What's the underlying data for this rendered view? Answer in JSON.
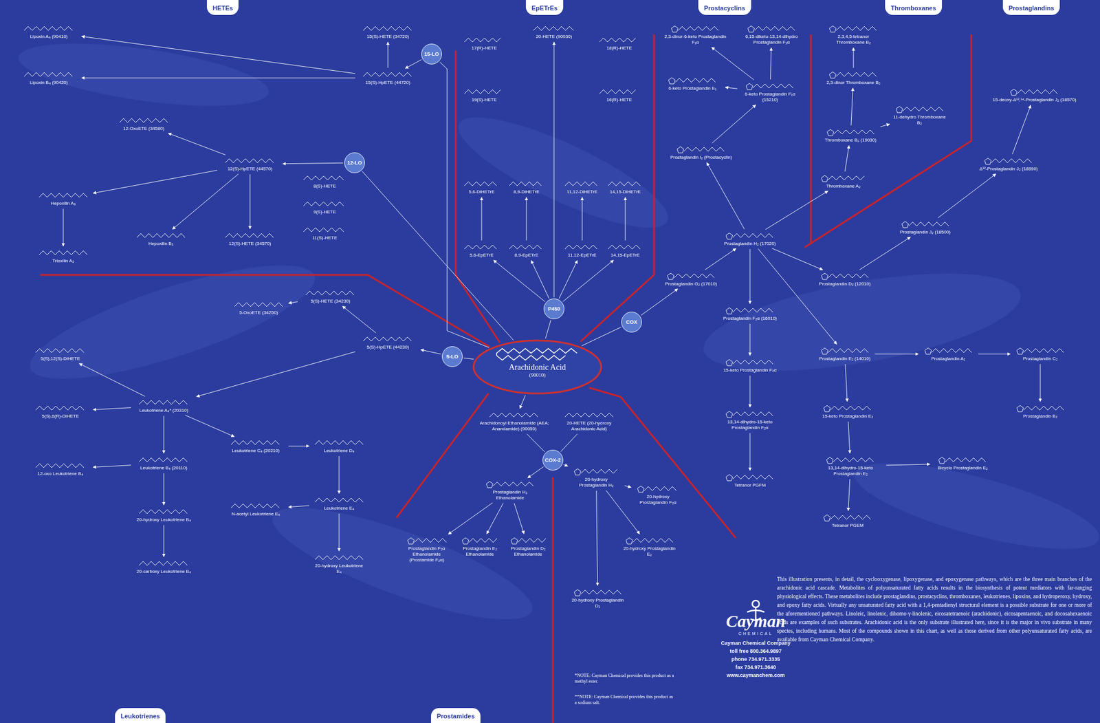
{
  "diagram": {
    "nodes": [
      {
        "text": [
          "HETEs"
        ]
      },
      {
        "text": [
          "EpETrEs"
        ]
      },
      {
        "text": [
          "Prostacyclins"
        ]
      },
      {
        "text": [
          "Thromboxanes"
        ]
      },
      {
        "text": [
          "Prostaglandins"
        ]
      },
      {
        "text": [
          "Leukotrienes"
        ]
      },
      {
        "text": [
          "Prostamides"
        ]
      },
      {
        "text": [
          "Arachidonic Acid",
          "(90010)"
        ]
      },
      {
        "text": [
          "15-LO"
        ]
      },
      {
        "text": [
          "12-LO"
        ]
      },
      {
        "text": [
          "5-LO"
        ]
      },
      {
        "text": [
          "P450"
        ]
      },
      {
        "text": [
          "COX"
        ]
      },
      {
        "text": [
          "COX-2"
        ]
      },
      {
        "text": [
          "Lipoxin A₄ (90410)"
        ]
      },
      {
        "text": [
          "Lipoxin B₄ (90420)"
        ]
      },
      {
        "text": [
          "15(S)-HETE (34720)"
        ]
      },
      {
        "text": [
          "15(S)-HpETE (44720)"
        ]
      },
      {
        "text": [
          "12-OxoETE (34580)"
        ]
      },
      {
        "text": [
          "12(S)-HpETE (44570)"
        ]
      },
      {
        "text": [
          "Hepoxilin A₃"
        ]
      },
      {
        "text": [
          "Hepoxilin B₃"
        ]
      },
      {
        "text": [
          "Trioxilin A₃"
        ]
      },
      {
        "text": [
          "12(S)-HETE (34570)"
        ]
      },
      {
        "text": [
          "8(S)-HETE"
        ]
      },
      {
        "text": [
          "9(S)-HETE"
        ]
      },
      {
        "text": [
          "11(S)-HETE"
        ]
      },
      {
        "text": [
          "17(R)-HETE"
        ]
      },
      {
        "text": [
          "19(S)-HETE"
        ]
      },
      {
        "text": [
          "20-HETE (90030)"
        ]
      },
      {
        "text": [
          "18(R)-HETE"
        ]
      },
      {
        "text": [
          "16(R)-HETE"
        ]
      },
      {
        "text": [
          "5,6-DiHETrE"
        ]
      },
      {
        "text": [
          "8,9-DiHETrE"
        ]
      },
      {
        "text": [
          "11,12-DiHETrE"
        ]
      },
      {
        "text": [
          "14,15-DiHETrE"
        ]
      },
      {
        "text": [
          "5,6-EpETrE"
        ]
      },
      {
        "text": [
          "8,9-EpETrE"
        ]
      },
      {
        "text": [
          "11,12-EpETrE"
        ]
      },
      {
        "text": [
          "14,15-EpETrE"
        ]
      },
      {
        "text": [
          "2,3-dinor-6-keto Prostaglandin F₁α"
        ]
      },
      {
        "text": [
          "6,15-diketo-13,14-dihydro Prostaglandin F₁α"
        ]
      },
      {
        "text": [
          "6-keto Prostaglandin E₁"
        ]
      },
      {
        "text": [
          "6-keto Prostaglandin F₁α (15210)"
        ]
      },
      {
        "text": [
          "Prostaglandin I₂ (Prostacyclin)"
        ]
      },
      {
        "text": [
          "Prostaglandin G₂ (17010)"
        ]
      },
      {
        "text": [
          "Prostaglandin H₂ (17020)"
        ]
      },
      {
        "text": [
          "2,3,4,5-tetranor Thromboxane B₂"
        ]
      },
      {
        "text": [
          "2,3-dinor Thromboxane B₂"
        ]
      },
      {
        "text": [
          "11-dehydro Thromboxane B₂"
        ]
      },
      {
        "text": [
          "Thromboxane B₂ (19030)"
        ]
      },
      {
        "text": [
          "Thromboxane A₂"
        ]
      },
      {
        "text": [
          "15-deoxy-Δ¹²,¹⁴-Prostaglandin J₂ (18570)"
        ]
      },
      {
        "text": [
          "Δ¹²-Prostaglandin J₂ (18550)"
        ]
      },
      {
        "text": [
          "Prostaglandin J₂ (18500)"
        ]
      },
      {
        "text": [
          "Prostaglandin D₂ (12010)"
        ]
      },
      {
        "text": [
          "Prostaglandin F₂α (16010)"
        ]
      },
      {
        "text": [
          "15-keto Prostaglandin F₂α"
        ]
      },
      {
        "text": [
          "13,14-dihydro-15-keto Prostaglandin F₂α"
        ]
      },
      {
        "text": [
          "Tetranor PGFM"
        ]
      },
      {
        "text": [
          "Prostaglandin E₂ (14010)"
        ]
      },
      {
        "text": [
          "Prostaglandin A₂"
        ]
      },
      {
        "text": [
          "Prostaglandin C₂"
        ]
      },
      {
        "text": [
          "Prostaglandin B₂"
        ]
      },
      {
        "text": [
          "15-keto Prostaglandin E₂"
        ]
      },
      {
        "text": [
          "13,14-dihydro-15-keto Prostaglandin E₂"
        ]
      },
      {
        "text": [
          "Bicyclo Prostaglandin E₂"
        ]
      },
      {
        "text": [
          "Tetranor PGEM"
        ]
      },
      {
        "text": [
          "5(S)-HETE (34230)"
        ]
      },
      {
        "text": [
          "5(S)-HpETE (44230)"
        ]
      },
      {
        "text": [
          "5-OxoETE (34250)"
        ]
      },
      {
        "text": [
          "5(S),12(S)-DiHETE"
        ]
      },
      {
        "text": [
          "Leukotriene A₄* (20310)"
        ]
      },
      {
        "text": [
          "5(S),6(R)-DiHETE"
        ]
      },
      {
        "text": [
          "Leukotriene B₄ (20110)"
        ]
      },
      {
        "text": [
          "12-oxo Leukotriene B₄"
        ]
      },
      {
        "text": [
          "20-hydroxy Leukotriene B₄"
        ]
      },
      {
        "text": [
          "20-carboxy Leukotriene B₄"
        ]
      },
      {
        "text": [
          "Leukotriene C₄ (20210)"
        ]
      },
      {
        "text": [
          "Leukotriene D₄"
        ]
      },
      {
        "text": [
          "Leukotriene E₄"
        ]
      },
      {
        "text": [
          "N-acetyl Leukotriene E₄"
        ]
      },
      {
        "text": [
          "20-hydroxy Leukotriene E₄"
        ]
      },
      {
        "text": [
          "Arachidonoyl Ethanolamide (AEA; Anandamide) (90050)"
        ]
      },
      {
        "text": [
          "Prostaglandin H₂ Ethanolamide"
        ]
      },
      {
        "text": [
          "Prostaglandin F₂α Ethanolamide (Prostamide F₂α)"
        ]
      },
      {
        "text": [
          "Prostaglandin E₂ Ethanolamide"
        ]
      },
      {
        "text": [
          "Prostaglandin D₂ Ethanolamide"
        ]
      },
      {
        "text": [
          "20-HETE (20-hydroxy Arachidonic Acid)"
        ]
      },
      {
        "text": [
          "20-hydroxy Prostaglandin H₂"
        ]
      },
      {
        "text": [
          "20-hydroxy Prostaglandin E₂"
        ]
      },
      {
        "text": [
          "20-hydroxy Prostaglandin D₂"
        ]
      },
      {
        "text": [
          "20-hydroxy Prostaglandin F₂α"
        ]
      }
    ],
    "edges": [
      {
        "from": 7,
        "to": 8,
        "arrow": "none"
      },
      {
        "from": 7,
        "to": 9,
        "arrow": "none"
      },
      {
        "from": 7,
        "to": 10,
        "arrow": "none"
      },
      {
        "from": 7,
        "to": 11,
        "arrow": "none"
      },
      {
        "from": 7,
        "to": 12,
        "arrow": "none"
      },
      {
        "from": 8,
        "to": 17,
        "arrow": "to"
      },
      {
        "from": 17,
        "to": 16,
        "arrow": "to"
      },
      {
        "from": 17,
        "to": 14,
        "arrow": "to"
      },
      {
        "from": 17,
        "to": 15,
        "arrow": "to"
      },
      {
        "from": 9,
        "to": 19,
        "arrow": "to"
      },
      {
        "from": 19,
        "to": 18,
        "arrow": "to"
      },
      {
        "from": 19,
        "to": 20,
        "arrow": "to"
      },
      {
        "from": 19,
        "to": 21,
        "arrow": "to"
      },
      {
        "from": 19,
        "to": 23,
        "arrow": "to"
      },
      {
        "from": 20,
        "to": 22,
        "arrow": "to"
      },
      {
        "from": 11,
        "to": 29,
        "arrow": "to"
      },
      {
        "from": 11,
        "to": 36,
        "arrow": "to"
      },
      {
        "from": 11,
        "to": 37,
        "arrow": "to"
      },
      {
        "from": 11,
        "to": 38,
        "arrow": "to"
      },
      {
        "from": 11,
        "to": 39,
        "arrow": "to"
      },
      {
        "from": 36,
        "to": 32,
        "arrow": "to"
      },
      {
        "from": 37,
        "to": 33,
        "arrow": "to"
      },
      {
        "from": 38,
        "to": 34,
        "arrow": "to"
      },
      {
        "from": 39,
        "to": 35,
        "arrow": "to"
      },
      {
        "from": 12,
        "to": 45,
        "arrow": "to"
      },
      {
        "from": 45,
        "to": 46,
        "arrow": "to"
      },
      {
        "from": 46,
        "to": 44,
        "arrow": "to"
      },
      {
        "from": 44,
        "to": 43,
        "arrow": "to"
      },
      {
        "from": 43,
        "to": 40,
        "arrow": "to"
      },
      {
        "from": 43,
        "to": 41,
        "arrow": "to"
      },
      {
        "from": 43,
        "to": 42,
        "arrow": "to"
      },
      {
        "from": 46,
        "to": 51,
        "arrow": "to"
      },
      {
        "from": 51,
        "to": 50,
        "arrow": "to"
      },
      {
        "from": 50,
        "to": 49,
        "arrow": "to"
      },
      {
        "from": 50,
        "to": 48,
        "arrow": "to"
      },
      {
        "from": 48,
        "to": 47,
        "arrow": "to"
      },
      {
        "from": 46,
        "to": 55,
        "arrow": "to"
      },
      {
        "from": 55,
        "to": 54,
        "arrow": "to"
      },
      {
        "from": 54,
        "to": 53,
        "arrow": "to"
      },
      {
        "from": 53,
        "to": 52,
        "arrow": "to"
      },
      {
        "from": 46,
        "to": 56,
        "arrow": "to"
      },
      {
        "from": 56,
        "to": 57,
        "arrow": "to"
      },
      {
        "from": 57,
        "to": 58,
        "arrow": "to"
      },
      {
        "from": 58,
        "to": 59,
        "arrow": "to"
      },
      {
        "from": 46,
        "to": 60,
        "arrow": "to"
      },
      {
        "from": 60,
        "to": 61,
        "arrow": "to"
      },
      {
        "from": 61,
        "to": 62,
        "arrow": "to"
      },
      {
        "from": 62,
        "to": 63,
        "arrow": "to"
      },
      {
        "from": 60,
        "to": 64,
        "arrow": "to"
      },
      {
        "from": 64,
        "to": 65,
        "arrow": "to"
      },
      {
        "from": 65,
        "to": 66,
        "arrow": "to"
      },
      {
        "from": 65,
        "to": 67,
        "arrow": "to"
      },
      {
        "from": 10,
        "to": 69,
        "arrow": "to"
      },
      {
        "from": 69,
        "to": 68,
        "arrow": "to"
      },
      {
        "from": 68,
        "to": 70,
        "arrow": "to"
      },
      {
        "from": 69,
        "to": 72,
        "arrow": "to"
      },
      {
        "from": 72,
        "to": 71,
        "arrow": "to"
      },
      {
        "from": 72,
        "to": 73,
        "arrow": "to"
      },
      {
        "from": 72,
        "to": 74,
        "arrow": "to"
      },
      {
        "from": 74,
        "to": 75,
        "arrow": "to"
      },
      {
        "from": 74,
        "to": 76,
        "arrow": "to"
      },
      {
        "from": 76,
        "to": 77,
        "arrow": "to"
      },
      {
        "from": 72,
        "to": 78,
        "arrow": "to"
      },
      {
        "from": 78,
        "to": 79,
        "arrow": "to"
      },
      {
        "from": 79,
        "to": 80,
        "arrow": "to"
      },
      {
        "from": 80,
        "to": 81,
        "arrow": "to"
      },
      {
        "from": 80,
        "to": 82,
        "arrow": "to"
      },
      {
        "from": 7,
        "to": 83,
        "arrow": "to"
      },
      {
        "from": 83,
        "to": 13,
        "arrow": "none"
      },
      {
        "from": 13,
        "to": 84,
        "arrow": "to"
      },
      {
        "from": 84,
        "to": 85,
        "arrow": "to"
      },
      {
        "from": 84,
        "to": 86,
        "arrow": "to"
      },
      {
        "from": 84,
        "to": 87,
        "arrow": "to"
      },
      {
        "from": 88,
        "to": 13,
        "arrow": "none"
      },
      {
        "from": 13,
        "to": 89,
        "arrow": "to"
      },
      {
        "from": 89,
        "to": 90,
        "arrow": "to"
      },
      {
        "from": 89,
        "to": 91,
        "arrow": "to"
      },
      {
        "from": 89,
        "to": 92,
        "arrow": "to"
      }
    ],
    "labels": [
      "Cayman",
      "CHEMICAL",
      "Cayman Chemical Company",
      "toll free 800.364.9897",
      "phone 734.971.3335",
      "fax 734.971.3640",
      "www.caymanchem.com",
      "*NOTE: Cayman Chemical provides this product as a methyl ester.",
      "**NOTE: Cayman Chemical provides this product as a sodium salt.",
      "This illustration presents, in detail, the cyclooxygenase, lipoxygenase, and epoxygenase pathways, which are the three main branches of the arachidonic acid cascade. Metabolites of polyunsaturated fatty acids results in the biosynthesis of potent mediators with far-ranging physiological effects. These metabolites include prostaglandins, prostacyclins, thromboxanes, leukotrienes, lipoxins, and hydroperoxy, hydroxy, and epoxy fatty acids. Virtually any unsaturated fatty acid with a 1,4-pentadienyl structural element is a possible substrate for one or more of the aforementioned pathways. Linoleic, linolenic, dihomo-γ-linolenic, eicosatetraenoic (arachidonic), eicosapentaenoic, and docosahexaenoic acids are examples of such substrates. Arachidonic acid is the only substrate illustrated here, since it is the major in vivo substrate in many species, including humans. Most of the compounds shown in this chart, as well as those derived from other polyunsaturated fatty acids, are available from Cayman Chemical Company."
    ]
  }
}
